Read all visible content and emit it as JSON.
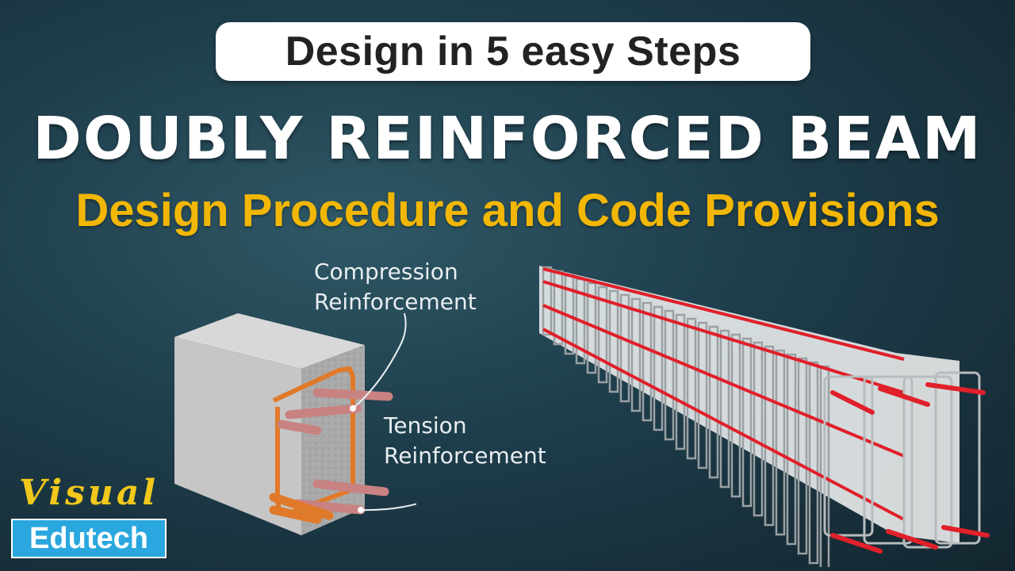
{
  "banner": {
    "text": "Design in 5 easy Steps"
  },
  "title": "DOUBLY REINFORCED BEAM",
  "subtitle": "Design Procedure and Code Provisions",
  "labels": {
    "compression": "Compression Reinforcement",
    "compression_line1": "Compression",
    "compression_line2": "Reinforcement",
    "tension_line1": "Tension",
    "tension_line2": "Reinforcement"
  },
  "logo": {
    "top": "Visual",
    "bottom": "Edutech"
  },
  "colors": {
    "accent_yellow": "#f2b705",
    "rebar_copper": "#e07a2a",
    "rebar_red": "#e0202a",
    "logo_blue": "#2aa7df"
  }
}
